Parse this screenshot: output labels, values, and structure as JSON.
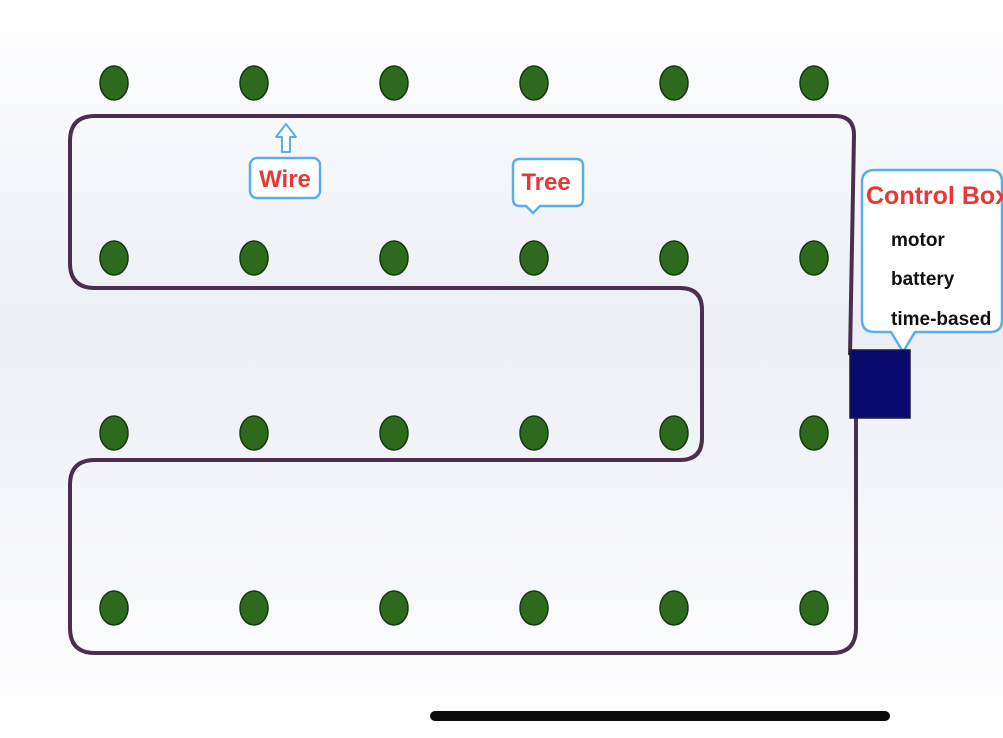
{
  "diagram": {
    "labels": {
      "wire": "Wire",
      "tree": "Tree",
      "control_box": "Control Box"
    },
    "control_box_items": [
      "motor",
      "battery",
      "time-based"
    ],
    "tree_grid": {
      "rows": 4,
      "columns": 6
    },
    "colors": {
      "tree_fill": "#2d6a1e",
      "tree_stroke": "#123a0c",
      "wire": "#4a2e4e",
      "callout_border": "#5aaee8",
      "callout_text": "#e53935",
      "control_box": "#0a0a6e"
    }
  }
}
